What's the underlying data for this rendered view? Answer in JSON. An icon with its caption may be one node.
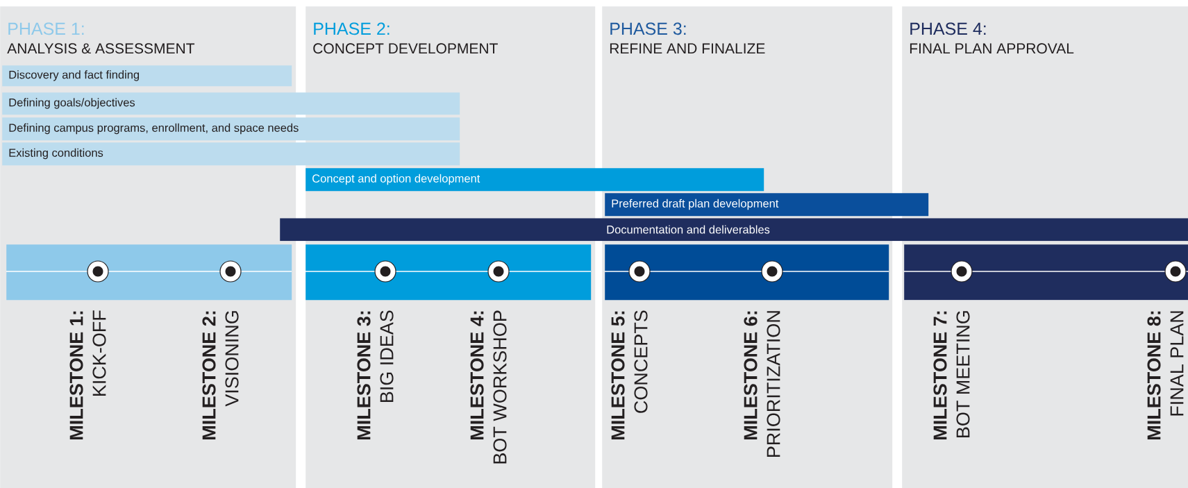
{
  "diagram": {
    "nodes": [
      {
        "text": [
          "PHASE 1:",
          "ANALYSIS & ASSESSMENT"
        ]
      },
      {
        "text": [
          "PHASE 2:",
          "CONCEPT DEVELOPMENT"
        ]
      },
      {
        "text": [
          "PHASE 3:",
          "REFINE AND FINALIZE"
        ]
      },
      {
        "text": [
          "PHASE 4:",
          "FINAL PLAN APPROVAL"
        ]
      },
      {
        "text": [
          "Discovery and fact finding"
        ],
        "in": 0
      },
      {
        "text": [
          "Defining goals/objectives"
        ]
      },
      {
        "text": [
          "Defining campus programs, enrollment, and space needs"
        ]
      },
      {
        "text": [
          "Existing conditions"
        ]
      },
      {
        "text": [
          "Concept and option development"
        ]
      },
      {
        "text": [
          "Preferred draft plan development"
        ]
      },
      {
        "text": [
          "Documentation and deliverables"
        ]
      },
      {
        "text": [],
        "shape": "bar",
        "in": 0
      },
      {
        "text": [],
        "shape": "bar",
        "in": 1
      },
      {
        "text": [],
        "shape": "bar",
        "in": 2
      },
      {
        "text": [],
        "shape": "bar",
        "in": 3
      },
      {
        "text": [],
        "shape": "circle",
        "in": 11,
        "beside": [
          "MILESTONE 1:",
          "KICK-OFF"
        ]
      },
      {
        "text": [],
        "shape": "circle",
        "in": 11,
        "beside": [
          "MILESTONE 2:",
          "VISIONING"
        ]
      },
      {
        "text": [],
        "shape": "circle",
        "in": 12,
        "beside": [
          "MILESTONE 3:",
          "BIG IDEAS"
        ]
      },
      {
        "text": [],
        "shape": "circle",
        "in": 12,
        "beside": [
          "MILESTONE 4:",
          "BOT WORKSHOP"
        ]
      },
      {
        "text": [],
        "shape": "circle",
        "in": 13,
        "beside": [
          "MILESTONE 5:",
          "CONCEPTS"
        ]
      },
      {
        "text": [],
        "shape": "circle",
        "in": 13,
        "beside": [
          "MILESTONE 6:",
          "PRIORITIZATION"
        ]
      },
      {
        "text": [],
        "shape": "circle",
        "in": 14,
        "beside": [
          "MILESTONE 7:",
          "BOT MEETING"
        ]
      },
      {
        "text": [],
        "shape": "circle",
        "in": 14,
        "beside": [
          "MILESTONE 8:",
          "FINAL PLAN"
        ]
      }
    ]
  }
}
